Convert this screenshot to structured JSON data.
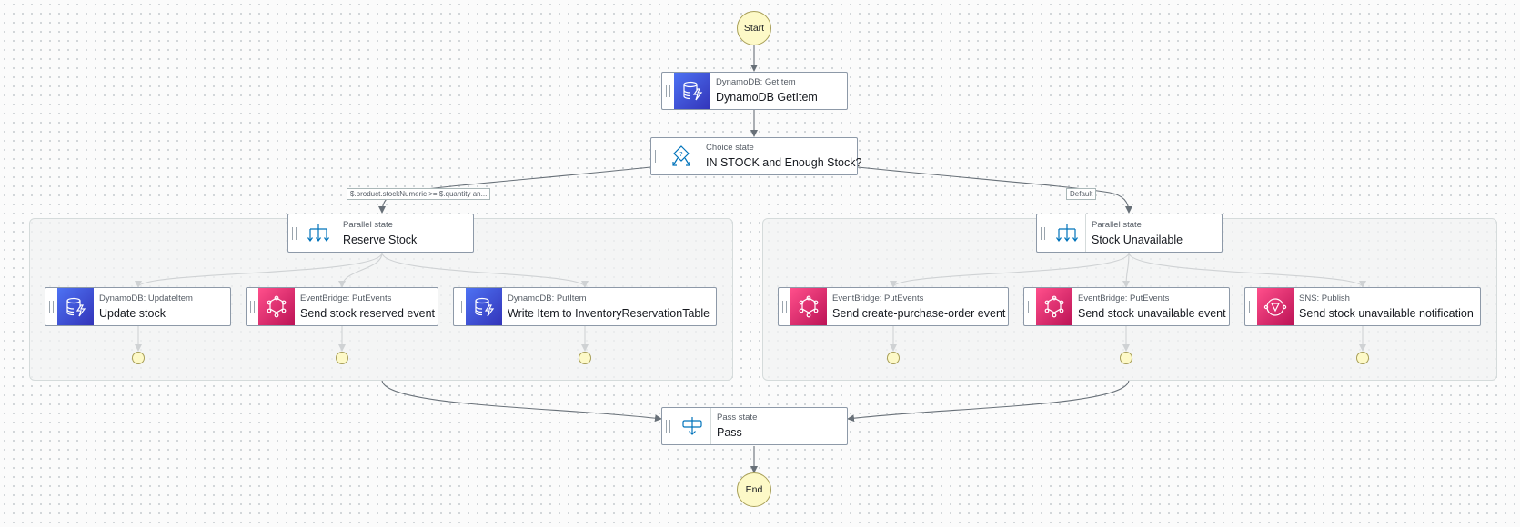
{
  "start_label": "Start",
  "end_label": "End",
  "nodes": {
    "getitem": {
      "kind": "DynamoDB: GetItem",
      "name": "DynamoDB GetItem",
      "icon": "dynamodb-icon"
    },
    "choice": {
      "kind": "Choice state",
      "name": "IN STOCK and Enough Stock?",
      "icon": "choice-icon"
    },
    "reserve": {
      "kind": "Parallel state",
      "name": "Reserve Stock",
      "icon": "parallel-icon"
    },
    "unavailable": {
      "kind": "Parallel state",
      "name": "Stock Unavailable",
      "icon": "parallel-icon"
    },
    "update_stock": {
      "kind": "DynamoDB: UpdateItem",
      "name": "Update stock",
      "icon": "dynamodb-icon"
    },
    "send_reserved": {
      "kind": "EventBridge: PutEvents",
      "name": "Send stock reserved event",
      "icon": "eventbridge-icon"
    },
    "write_item": {
      "kind": "DynamoDB: PutItem",
      "name": "Write Item to InventoryReservationTable",
      "icon": "dynamodb-icon"
    },
    "send_po": {
      "kind": "EventBridge: PutEvents",
      "name": "Send create-purchase-order event",
      "icon": "eventbridge-icon"
    },
    "send_unavail_event": {
      "kind": "EventBridge: PutEvents",
      "name": "Send stock unavailable event",
      "icon": "eventbridge-icon"
    },
    "send_unavail_notif": {
      "kind": "SNS: Publish",
      "name": "Send stock unavailable notification",
      "icon": "sns-icon"
    },
    "pass": {
      "kind": "Pass state",
      "name": "Pass",
      "icon": "pass-icon"
    }
  },
  "edge_labels": {
    "choice_condition": "$.product.stockNumeric >= $.quantity an...",
    "choice_default": "Default"
  },
  "colors": {
    "dynamodb": "#3b48cc",
    "eventbridge": "#e7157b",
    "flow_icon": "#0073bb",
    "terminal_fill": "#fdf9c7"
  }
}
